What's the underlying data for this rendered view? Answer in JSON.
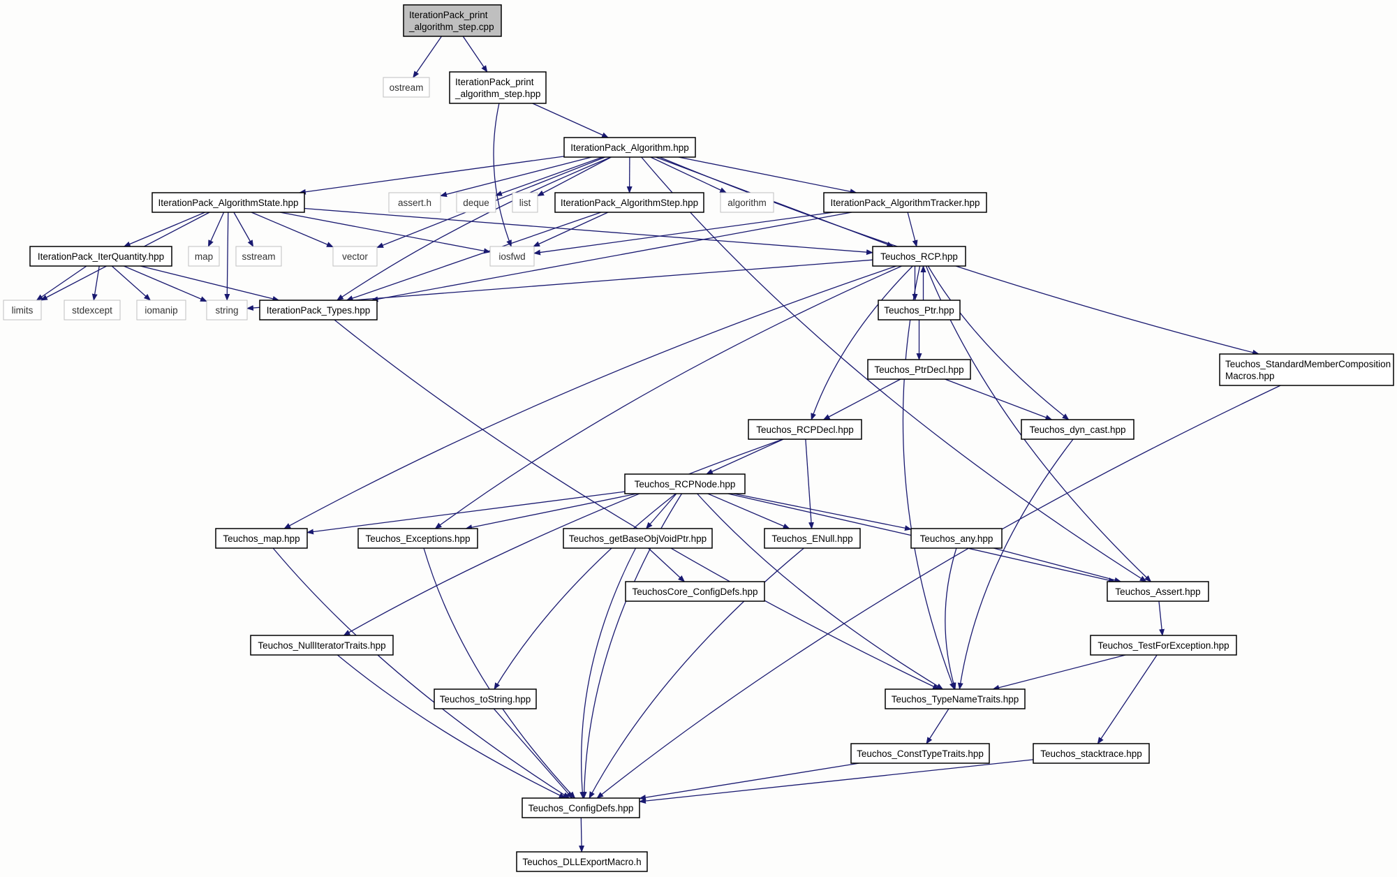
{
  "graph": {
    "colors": {
      "edge": "#191970",
      "node_border": "#000000",
      "external_border": "#bfbfbf",
      "root_fill": "#bfbfbf",
      "node_fill": "#ffffff",
      "text": "#000000"
    },
    "nodes": [
      {
        "id": "root",
        "lines": [
          "IterationPack_print",
          "_algorithm_step.cpp"
        ],
        "kind": "root"
      },
      {
        "id": "ostream",
        "lines": [
          "ostream"
        ],
        "kind": "external"
      },
      {
        "id": "print_hpp",
        "lines": [
          "IterationPack_print",
          "_algorithm_step.hpp"
        ],
        "kind": "file"
      },
      {
        "id": "algorithm_hpp",
        "lines": [
          "IterationPack_Algorithm.hpp"
        ],
        "kind": "file"
      },
      {
        "id": "algstate",
        "lines": [
          "IterationPack_AlgorithmState.hpp"
        ],
        "kind": "file"
      },
      {
        "id": "assert_h",
        "lines": [
          "assert.h"
        ],
        "kind": "external"
      },
      {
        "id": "deque",
        "lines": [
          "deque"
        ],
        "kind": "external"
      },
      {
        "id": "list",
        "lines": [
          "list"
        ],
        "kind": "external"
      },
      {
        "id": "algstep",
        "lines": [
          "IterationPack_AlgorithmStep.hpp"
        ],
        "kind": "file"
      },
      {
        "id": "algorithm",
        "lines": [
          "algorithm"
        ],
        "kind": "external"
      },
      {
        "id": "algtracker",
        "lines": [
          "IterationPack_AlgorithmTracker.hpp"
        ],
        "kind": "file"
      },
      {
        "id": "iterquantity",
        "lines": [
          "IterationPack_IterQuantity.hpp"
        ],
        "kind": "file"
      },
      {
        "id": "map",
        "lines": [
          "map"
        ],
        "kind": "external"
      },
      {
        "id": "sstream",
        "lines": [
          "sstream"
        ],
        "kind": "external"
      },
      {
        "id": "vector",
        "lines": [
          "vector"
        ],
        "kind": "external"
      },
      {
        "id": "iosfwd",
        "lines": [
          "iosfwd"
        ],
        "kind": "external"
      },
      {
        "id": "rcp",
        "lines": [
          "Teuchos_RCP.hpp"
        ],
        "kind": "file"
      },
      {
        "id": "limits",
        "lines": [
          "limits"
        ],
        "kind": "external"
      },
      {
        "id": "stdexcept",
        "lines": [
          "stdexcept"
        ],
        "kind": "external"
      },
      {
        "id": "iomanip",
        "lines": [
          "iomanip"
        ],
        "kind": "external"
      },
      {
        "id": "string",
        "lines": [
          "string"
        ],
        "kind": "external"
      },
      {
        "id": "types",
        "lines": [
          "IterationPack_Types.hpp"
        ],
        "kind": "file"
      },
      {
        "id": "ptr",
        "lines": [
          "Teuchos_Ptr.hpp"
        ],
        "kind": "file"
      },
      {
        "id": "stdmember",
        "lines": [
          "Teuchos_StandardMemberComposition",
          "Macros.hpp"
        ],
        "kind": "file"
      },
      {
        "id": "ptrdecl",
        "lines": [
          "Teuchos_PtrDecl.hpp"
        ],
        "kind": "file"
      },
      {
        "id": "rcpdecl",
        "lines": [
          "Teuchos_RCPDecl.hpp"
        ],
        "kind": "file"
      },
      {
        "id": "dyncast",
        "lines": [
          "Teuchos_dyn_cast.hpp"
        ],
        "kind": "file"
      },
      {
        "id": "rcpnode",
        "lines": [
          "Teuchos_RCPNode.hpp"
        ],
        "kind": "file"
      },
      {
        "id": "tmap",
        "lines": [
          "Teuchos_map.hpp"
        ],
        "kind": "file"
      },
      {
        "id": "exceptions",
        "lines": [
          "Teuchos_Exceptions.hpp"
        ],
        "kind": "file"
      },
      {
        "id": "getbase",
        "lines": [
          "Teuchos_getBaseObjVoidPtr.hpp"
        ],
        "kind": "file"
      },
      {
        "id": "enull",
        "lines": [
          "Teuchos_ENull.hpp"
        ],
        "kind": "file"
      },
      {
        "id": "any",
        "lines": [
          "Teuchos_any.hpp"
        ],
        "kind": "file"
      },
      {
        "id": "coreconfig",
        "lines": [
          "TeuchosCore_ConfigDefs.hpp"
        ],
        "kind": "file"
      },
      {
        "id": "tassert",
        "lines": [
          "Teuchos_Assert.hpp"
        ],
        "kind": "file"
      },
      {
        "id": "nulliter",
        "lines": [
          "Teuchos_NullIteratorTraits.hpp"
        ],
        "kind": "file"
      },
      {
        "id": "testforexc",
        "lines": [
          "Teuchos_TestForException.hpp"
        ],
        "kind": "file"
      },
      {
        "id": "tostring",
        "lines": [
          "Teuchos_toString.hpp"
        ],
        "kind": "file"
      },
      {
        "id": "typename",
        "lines": [
          "Teuchos_TypeNameTraits.hpp"
        ],
        "kind": "file"
      },
      {
        "id": "consttype",
        "lines": [
          "Teuchos_ConstTypeTraits.hpp"
        ],
        "kind": "file"
      },
      {
        "id": "stacktrace",
        "lines": [
          "Teuchos_stacktrace.hpp"
        ],
        "kind": "file"
      },
      {
        "id": "configdefs",
        "lines": [
          "Teuchos_ConfigDefs.hpp"
        ],
        "kind": "file"
      },
      {
        "id": "dllexport",
        "lines": [
          "Teuchos_DLLExportMacro.h"
        ],
        "kind": "file"
      }
    ],
    "edges": [
      [
        "root",
        "ostream"
      ],
      [
        "root",
        "print_hpp"
      ],
      [
        "print_hpp",
        "iosfwd"
      ],
      [
        "print_hpp",
        "algorithm_hpp"
      ],
      [
        "algorithm_hpp",
        "algstate"
      ],
      [
        "algorithm_hpp",
        "vector"
      ],
      [
        "algorithm_hpp",
        "assert_h"
      ],
      [
        "algorithm_hpp",
        "deque"
      ],
      [
        "algorithm_hpp",
        "list"
      ],
      [
        "algorithm_hpp",
        "algstep"
      ],
      [
        "algorithm_hpp",
        "algorithm"
      ],
      [
        "algorithm_hpp",
        "algtracker"
      ],
      [
        "algorithm_hpp",
        "rcp"
      ],
      [
        "algorithm_hpp",
        "types"
      ],
      [
        "algorithm_hpp",
        "tassert"
      ],
      [
        "algorithm_hpp",
        "stdmember"
      ],
      [
        "algstate",
        "limits"
      ],
      [
        "algstate",
        "iterquantity"
      ],
      [
        "algstate",
        "map"
      ],
      [
        "algstate",
        "sstream"
      ],
      [
        "algstate",
        "vector"
      ],
      [
        "algstate",
        "iosfwd"
      ],
      [
        "algstate",
        "string"
      ],
      [
        "algstate",
        "rcp"
      ],
      [
        "iterquantity",
        "limits"
      ],
      [
        "iterquantity",
        "stdexcept"
      ],
      [
        "iterquantity",
        "iomanip"
      ],
      [
        "iterquantity",
        "string"
      ],
      [
        "iterquantity",
        "types"
      ],
      [
        "algstep",
        "iosfwd"
      ],
      [
        "algstep",
        "types"
      ],
      [
        "algtracker",
        "iosfwd"
      ],
      [
        "algtracker",
        "types"
      ],
      [
        "algtracker",
        "rcp"
      ],
      [
        "types",
        "typename"
      ],
      [
        "rcp",
        "string"
      ],
      [
        "rcp",
        "tmap"
      ],
      [
        "rcp",
        "exceptions"
      ],
      [
        "rcp",
        "ptr"
      ],
      [
        "rcp",
        "rcpdecl"
      ],
      [
        "rcp",
        "typename"
      ],
      [
        "rcp",
        "dyncast"
      ],
      [
        "rcp",
        "tassert"
      ],
      [
        "ptr",
        "rcp"
      ],
      [
        "ptr",
        "ptrdecl"
      ],
      [
        "ptrdecl",
        "rcpdecl"
      ],
      [
        "ptrdecl",
        "dyncast"
      ],
      [
        "rcpdecl",
        "rcpnode"
      ],
      [
        "rcpdecl",
        "enull"
      ],
      [
        "rcpdecl",
        "nulliter"
      ],
      [
        "dyncast",
        "typename"
      ],
      [
        "rcpnode",
        "tmap"
      ],
      [
        "rcpnode",
        "exceptions"
      ],
      [
        "rcpnode",
        "getbase"
      ],
      [
        "rcpnode",
        "enull"
      ],
      [
        "rcpnode",
        "any"
      ],
      [
        "rcpnode",
        "tassert"
      ],
      [
        "rcpnode",
        "tostring"
      ],
      [
        "rcpnode",
        "configdefs"
      ],
      [
        "rcpnode",
        "typename"
      ],
      [
        "getbase",
        "coreconfig"
      ],
      [
        "getbase",
        "configdefs"
      ],
      [
        "any",
        "tassert"
      ],
      [
        "any",
        "typename"
      ],
      [
        "tassert",
        "testforexc"
      ],
      [
        "testforexc",
        "typename"
      ],
      [
        "testforexc",
        "stacktrace"
      ],
      [
        "typename",
        "consttype"
      ],
      [
        "tmap",
        "configdefs"
      ],
      [
        "exceptions",
        "configdefs"
      ],
      [
        "enull",
        "configdefs"
      ],
      [
        "nulliter",
        "configdefs"
      ],
      [
        "tostring",
        "configdefs"
      ],
      [
        "consttype",
        "configdefs"
      ],
      [
        "stacktrace",
        "configdefs"
      ],
      [
        "stdmember",
        "configdefs"
      ],
      [
        "configdefs",
        "dllexport"
      ]
    ]
  }
}
